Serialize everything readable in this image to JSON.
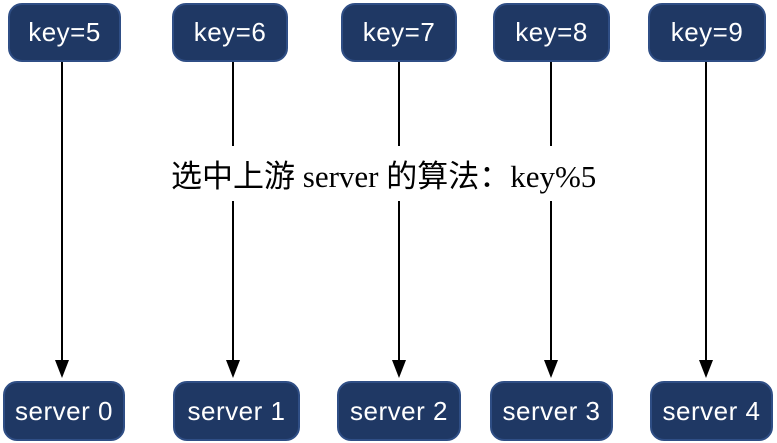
{
  "diagram": {
    "caption": "选中上游 server 的算法：key%5",
    "keys": [
      {
        "label": "key=5"
      },
      {
        "label": "key=6"
      },
      {
        "label": "key=7"
      },
      {
        "label": "key=8"
      },
      {
        "label": "key=9"
      }
    ],
    "servers": [
      {
        "label": "server 0"
      },
      {
        "label": "server 1"
      },
      {
        "label": "server 2"
      },
      {
        "label": "server 3"
      },
      {
        "label": "server 4"
      }
    ],
    "colors": {
      "box_fill": "#1f3864",
      "box_border": "#2f4e85",
      "box_text": "#ffffff",
      "arrow": "#000000",
      "caption_text": "#000000",
      "background": "#ffffff"
    }
  }
}
